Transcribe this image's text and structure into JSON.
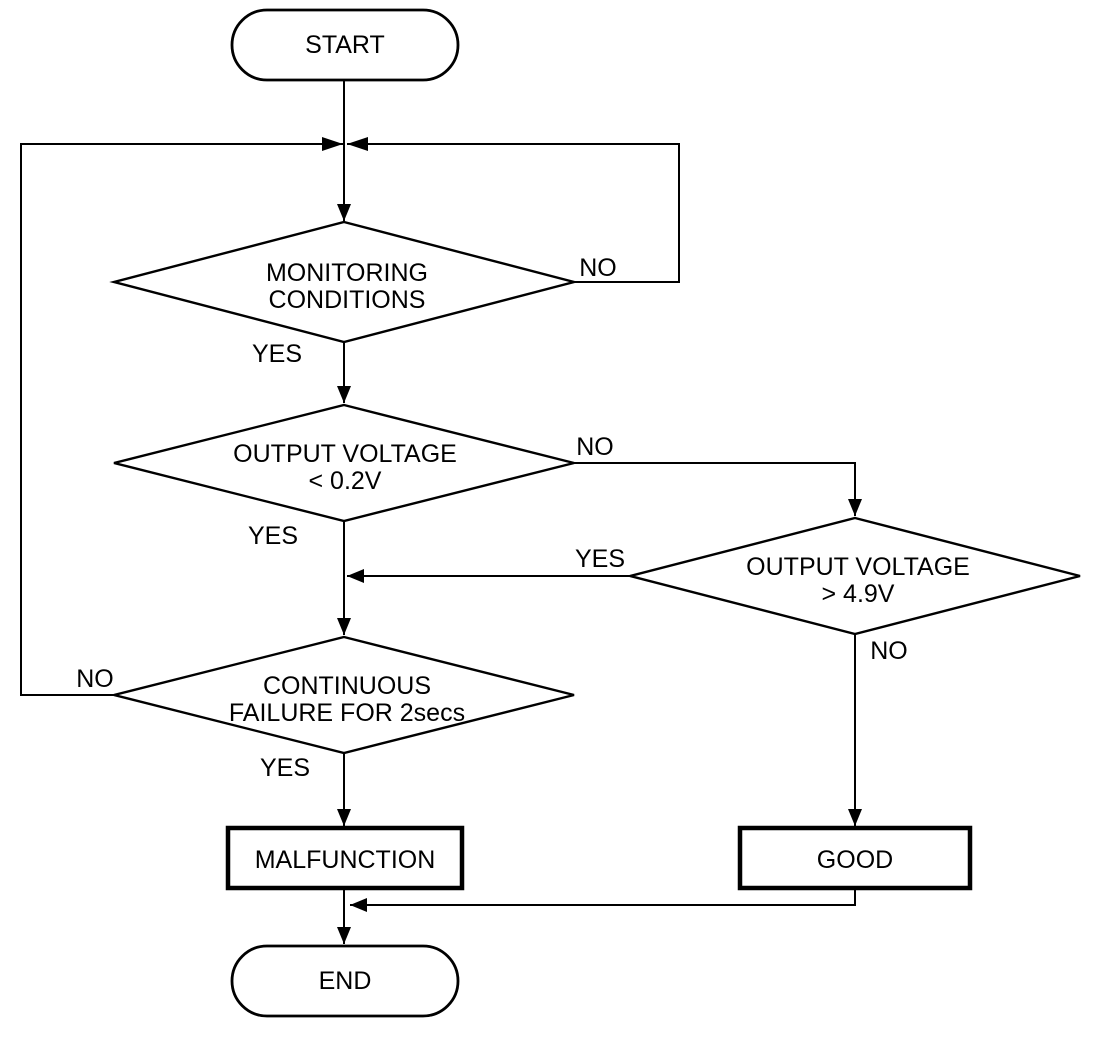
{
  "diagram": {
    "type": "flowchart",
    "colors": {
      "line": "#000000",
      "background": "#ffffff"
    },
    "nodes": {
      "start": {
        "label": "START"
      },
      "monitoring": {
        "line1": "MONITORING",
        "line2": "CONDITIONS"
      },
      "voltage_low": {
        "line1": "OUTPUT VOLTAGE",
        "line2": "< 0.2V"
      },
      "voltage_high": {
        "line1": "OUTPUT VOLTAGE",
        "line2": "> 4.9V"
      },
      "continuous_failure": {
        "line1": "CONTINUOUS",
        "line2": "FAILURE FOR 2secs"
      },
      "malfunction": {
        "label": "MALFUNCTION"
      },
      "good": {
        "label": "GOOD"
      },
      "end": {
        "label": "END"
      }
    },
    "edge_labels": {
      "monitoring_no": "NO",
      "monitoring_yes": "YES",
      "voltage_low_no": "NO",
      "voltage_low_yes": "YES",
      "voltage_high_yes": "YES",
      "voltage_high_no": "NO",
      "continuous_failure_no": "NO",
      "continuous_failure_yes": "YES"
    }
  }
}
